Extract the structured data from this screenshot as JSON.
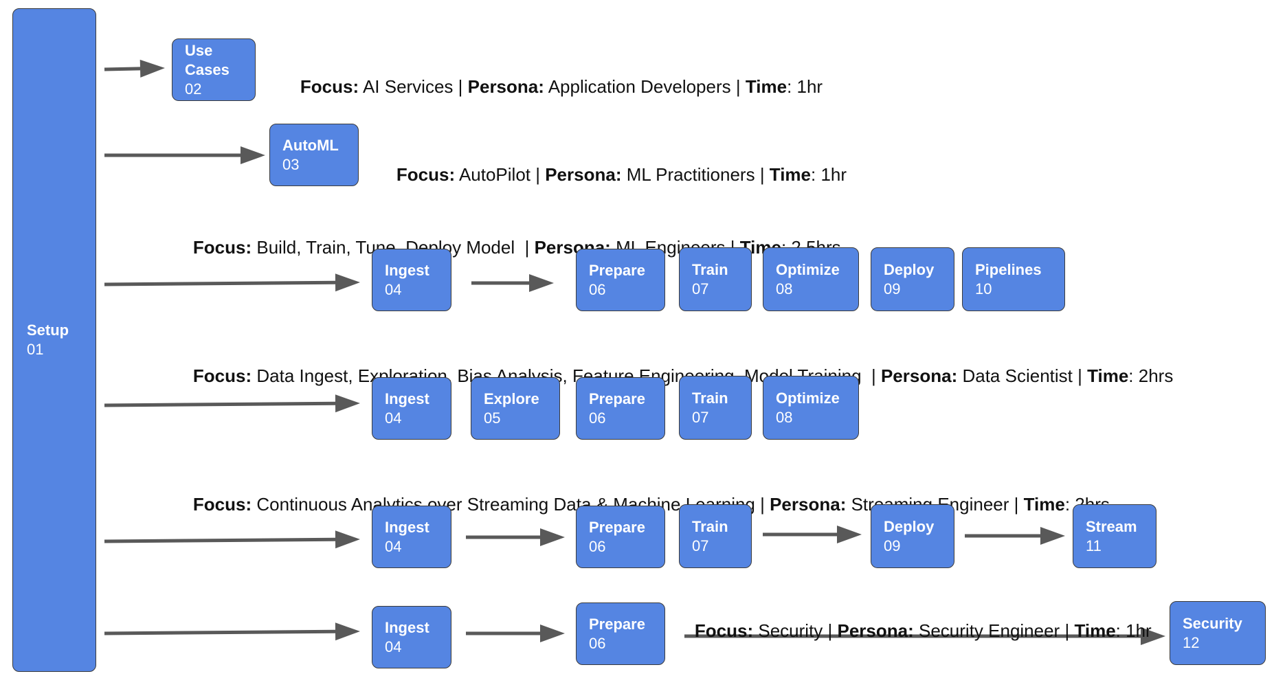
{
  "colors": {
    "node_fill": "#5585e2",
    "node_border": "#3a3a3a",
    "arrow": "#595959",
    "text": "#111111"
  },
  "nodes": {
    "setup": {
      "label": "Setup",
      "number": "01"
    },
    "use_cases": {
      "label": "Use\nCases",
      "number": "02"
    },
    "automl": {
      "label": "AutoML",
      "number": "03"
    },
    "r3_ingest": {
      "label": "Ingest",
      "number": "04"
    },
    "r3_prepare": {
      "label": "Prepare",
      "number": "06"
    },
    "r3_train": {
      "label": "Train",
      "number": "07"
    },
    "r3_optimize": {
      "label": "Optimize",
      "number": "08"
    },
    "r3_deploy": {
      "label": "Deploy",
      "number": "09"
    },
    "r3_pipelines": {
      "label": "Pipelines",
      "number": "10"
    },
    "r4_ingest": {
      "label": "Ingest",
      "number": "04"
    },
    "r4_explore": {
      "label": "Explore",
      "number": "05"
    },
    "r4_prepare": {
      "label": "Prepare",
      "number": "06"
    },
    "r4_train": {
      "label": "Train",
      "number": "07"
    },
    "r4_optimize": {
      "label": "Optimize",
      "number": "08"
    },
    "r5_ingest": {
      "label": "Ingest",
      "number": "04"
    },
    "r5_prepare": {
      "label": "Prepare",
      "number": "06"
    },
    "r5_train": {
      "label": "Train",
      "number": "07"
    },
    "r5_deploy": {
      "label": "Deploy",
      "number": "09"
    },
    "r5_stream": {
      "label": "Stream",
      "number": "11"
    },
    "r6_ingest": {
      "label": "Ingest",
      "number": "04"
    },
    "r6_prepare": {
      "label": "Prepare",
      "number": "06"
    },
    "r6_security": {
      "label": "Security",
      "number": "12"
    }
  },
  "captions": {
    "focus_label": "Focus:",
    "persona_label": "Persona:",
    "time_label": "Time",
    "row1": {
      "focus": "AI Services",
      "persona": "Application Developers",
      "time": "1hr"
    },
    "row2": {
      "focus": "AutoPilot",
      "persona": "ML Practitioners",
      "time": "1hr"
    },
    "row3": {
      "focus": "Build, Train, Tune, Deploy Model",
      "persona": "ML Engineers",
      "time": "2.5hrs"
    },
    "row4": {
      "focus": "Data Ingest, Exploration, Bias Analysis, Feature Engineering, Model Training",
      "persona": "Data Scientist",
      "time": "2hrs"
    },
    "row5": {
      "focus": "Continuous Analytics over Streaming Data & Machine Learning",
      "persona": "Streaming Engineer",
      "time": "2hrs"
    },
    "row6": {
      "focus": "Security",
      "persona": "Security Engineer",
      "time": "1hr"
    }
  }
}
